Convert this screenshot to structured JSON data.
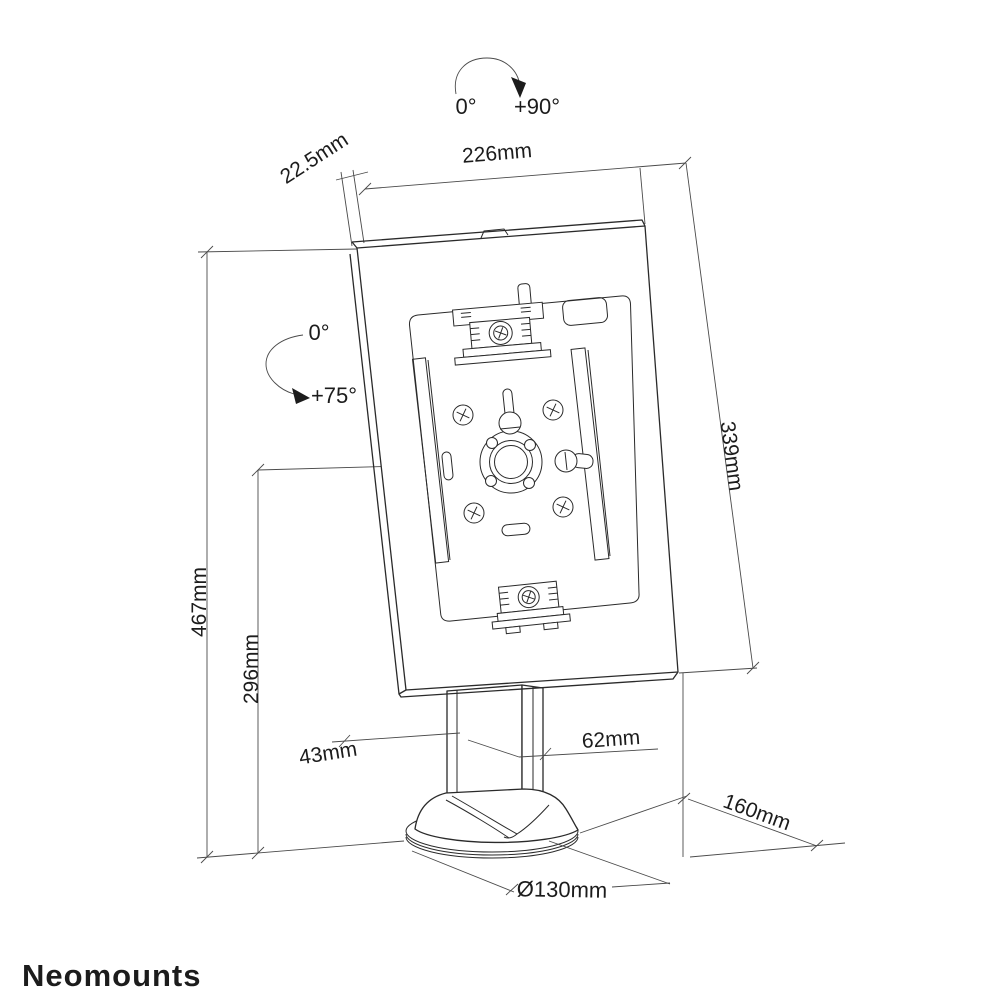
{
  "brand": "Neomounts",
  "labels": {
    "rotation_start": "0°",
    "rotation_end": "+90°",
    "tilt_start": "0°",
    "tilt_end": "+75°",
    "thickness": "22.5mm",
    "width_top": "226mm",
    "height_right": "339mm",
    "height_total": "467mm",
    "height_pivot": "296mm",
    "pole_width": "43mm",
    "pole_depth": "62mm",
    "base_depth": "160mm",
    "base_diameter": "Ø130mm"
  }
}
